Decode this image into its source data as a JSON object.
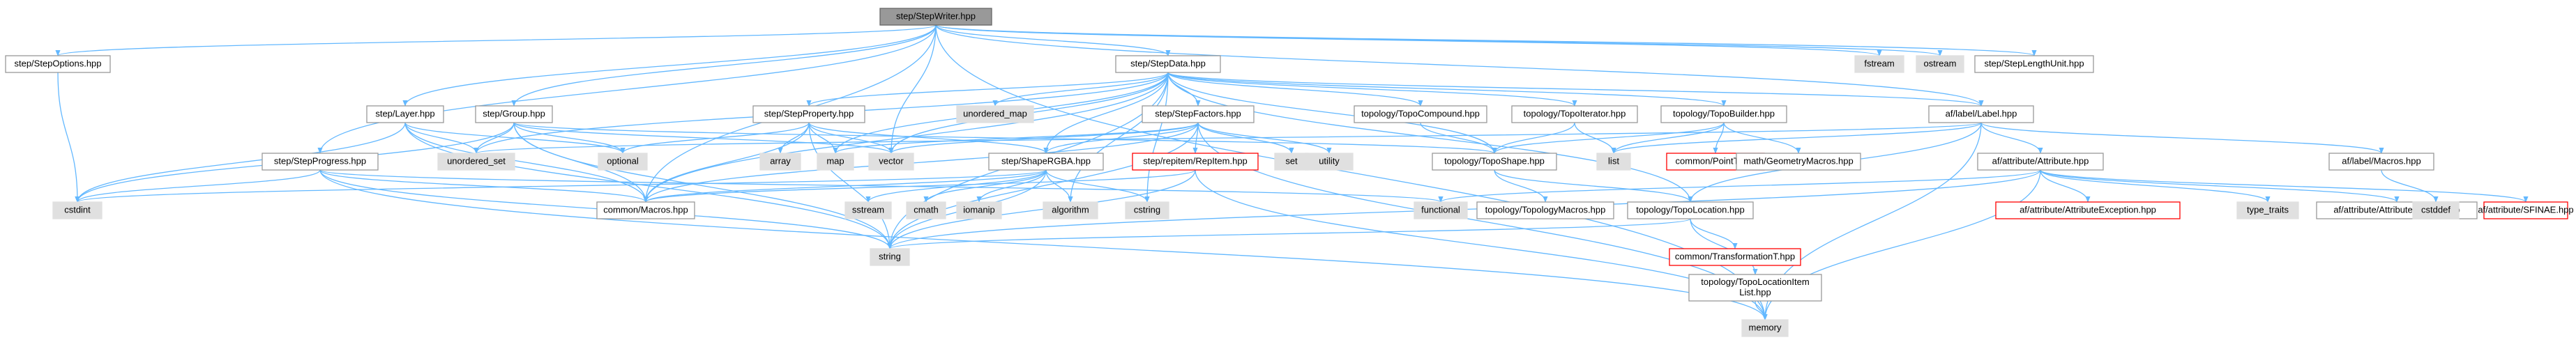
{
  "nodes": [
    {
      "id": "stepwriter",
      "label": "step/StepWriter.hpp",
      "kind": "root"
    },
    {
      "id": "stepoptions",
      "label": "step/StepOptions.hpp",
      "kind": "local"
    },
    {
      "id": "stepdata",
      "label": "step/StepData.hpp",
      "kind": "local"
    },
    {
      "id": "fstream",
      "label": "fstream",
      "kind": "system"
    },
    {
      "id": "ostream",
      "label": "ostream",
      "kind": "system"
    },
    {
      "id": "steplengthunit",
      "label": "step/StepLengthUnit.hpp",
      "kind": "local"
    },
    {
      "id": "layer",
      "label": "step/Layer.hpp",
      "kind": "local"
    },
    {
      "id": "group",
      "label": "step/Group.hpp",
      "kind": "local"
    },
    {
      "id": "stepproperty",
      "label": "step/StepProperty.hpp",
      "kind": "local"
    },
    {
      "id": "unordered_map",
      "label": "unordered_map",
      "kind": "system"
    },
    {
      "id": "stepfactors",
      "label": "step/StepFactors.hpp",
      "kind": "local"
    },
    {
      "id": "topocompound",
      "label": "topology/TopoCompound.hpp",
      "kind": "local"
    },
    {
      "id": "topoiterator",
      "label": "topology/TopoIterator.hpp",
      "kind": "local"
    },
    {
      "id": "topobuilder",
      "label": "topology/TopoBuilder.hpp",
      "kind": "local"
    },
    {
      "id": "label",
      "label": "af/label/Label.hpp",
      "kind": "local"
    },
    {
      "id": "unordered_set",
      "label": "unordered_set",
      "kind": "system"
    },
    {
      "id": "optional",
      "label": "optional",
      "kind": "system"
    },
    {
      "id": "array",
      "label": "array",
      "kind": "system"
    },
    {
      "id": "map",
      "label": "map",
      "kind": "system"
    },
    {
      "id": "vector",
      "label": "vector",
      "kind": "system"
    },
    {
      "id": "set",
      "label": "set",
      "kind": "system"
    },
    {
      "id": "utility",
      "label": "utility",
      "kind": "system"
    },
    {
      "id": "topomacros",
      "label": "topology/TopoShape.hpp",
      "kind": "local"
    },
    {
      "id": "list",
      "label": "list",
      "kind": "system"
    },
    {
      "id": "pointt",
      "label": "common/PointT.hpp",
      "kind": "missing"
    },
    {
      "id": "geometrymacros",
      "label": "math/GeometryMacros.hpp",
      "kind": "local"
    },
    {
      "id": "attribute",
      "label": "af/attribute/Attribute.hpp",
      "kind": "local"
    },
    {
      "id": "labelmacros",
      "label": "af/label/Macros.hpp",
      "kind": "local"
    },
    {
      "id": "stepprogress",
      "label": "step/StepProgress.hpp",
      "kind": "local"
    },
    {
      "id": "shapergba",
      "label": "step/ShapeRGBA.hpp",
      "kind": "local"
    },
    {
      "id": "repitem",
      "label": "step/repitem/RepItem.hpp",
      "kind": "missing"
    },
    {
      "id": "cstdint",
      "label": "cstdint",
      "kind": "system"
    },
    {
      "id": "commonmacros",
      "label": "common/Macros.hpp",
      "kind": "local"
    },
    {
      "id": "sstream",
      "label": "sstream",
      "kind": "system"
    },
    {
      "id": "cmath",
      "label": "cmath",
      "kind": "system"
    },
    {
      "id": "iomanip",
      "label": "iomanip",
      "kind": "system"
    },
    {
      "id": "algorithm",
      "label": "algorithm",
      "kind": "system"
    },
    {
      "id": "cstring",
      "label": "cstring",
      "kind": "system"
    },
    {
      "id": "functional",
      "label": "functional",
      "kind": "system"
    },
    {
      "id": "topologymacros",
      "label": "topology/TopologyMacros.hpp",
      "kind": "local"
    },
    {
      "id": "topolocation",
      "label": "topology/TopoLocation.hpp",
      "kind": "local"
    },
    {
      "id": "attrexception",
      "label": "af/attribute/AttributeException.hpp",
      "kind": "missing"
    },
    {
      "id": "type_traits",
      "label": "type_traits",
      "kind": "system"
    },
    {
      "id": "attrmacros",
      "label": "af/attribute/AttributeMacros.hpp",
      "kind": "local"
    },
    {
      "id": "sfinae",
      "label": "af/attribute/SFINAE.hpp",
      "kind": "missing"
    },
    {
      "id": "cstddef",
      "label": "cstddef",
      "kind": "system"
    },
    {
      "id": "string",
      "label": "string",
      "kind": "system"
    },
    {
      "id": "transformationt",
      "label": "common/TransformationT.hpp",
      "kind": "missing"
    },
    {
      "id": "topolocationitemlist",
      "label": "topology/TopoLocationItem\nList.hpp",
      "kind": "local"
    },
    {
      "id": "memory",
      "label": "memory",
      "kind": "system"
    }
  ],
  "edges": [
    [
      "stepwriter",
      "stepoptions"
    ],
    [
      "stepwriter",
      "stepdata"
    ],
    [
      "stepwriter",
      "fstream"
    ],
    [
      "stepwriter",
      "ostream"
    ],
    [
      "stepwriter",
      "steplengthunit"
    ],
    [
      "stepwriter",
      "layer"
    ],
    [
      "stepwriter",
      "group"
    ],
    [
      "stepwriter",
      "stepprogress"
    ],
    [
      "stepwriter",
      "vector"
    ],
    [
      "stepwriter",
      "label"
    ],
    [
      "stepwriter",
      "memory"
    ],
    [
      "stepwriter",
      "commonmacros"
    ],
    [
      "stepoptions",
      "cstdint"
    ],
    [
      "stepdata",
      "stepproperty"
    ],
    [
      "stepdata",
      "unordered_map"
    ],
    [
      "stepdata",
      "stepfactors"
    ],
    [
      "stepdata",
      "topocompound"
    ],
    [
      "stepdata",
      "topoiterator"
    ],
    [
      "stepdata",
      "topobuilder"
    ],
    [
      "stepdata",
      "label"
    ],
    [
      "stepdata",
      "map"
    ],
    [
      "stepdata",
      "vector"
    ],
    [
      "stepdata",
      "topomacros"
    ],
    [
      "stepdata",
      "shapergba"
    ],
    [
      "stepdata",
      "string"
    ],
    [
      "stepdata",
      "commonmacros"
    ],
    [
      "stepdata",
      "algorithm"
    ],
    [
      "stepdata",
      "cstring"
    ],
    [
      "stepdata",
      "unordered_set"
    ],
    [
      "stepdata",
      "topolocation"
    ],
    [
      "layer",
      "unordered_set"
    ],
    [
      "layer",
      "cstdint"
    ],
    [
      "layer",
      "commonmacros"
    ],
    [
      "layer",
      "string"
    ],
    [
      "layer",
      "optional"
    ],
    [
      "group",
      "unordered_set"
    ],
    [
      "group",
      "optional"
    ],
    [
      "group",
      "commonmacros"
    ],
    [
      "group",
      "string"
    ],
    [
      "group",
      "vector"
    ],
    [
      "group",
      "cstdint"
    ],
    [
      "group",
      "topomacros"
    ],
    [
      "stepproperty",
      "array"
    ],
    [
      "stepproperty",
      "map"
    ],
    [
      "stepproperty",
      "vector"
    ],
    [
      "stepproperty",
      "commonmacros"
    ],
    [
      "stepproperty",
      "string"
    ],
    [
      "stepproperty",
      "optional"
    ],
    [
      "stepproperty",
      "shapergba"
    ],
    [
      "stepfactors",
      "set"
    ],
    [
      "stepfactors",
      "utility"
    ],
    [
      "stepfactors",
      "vector"
    ],
    [
      "stepfactors",
      "repitem"
    ],
    [
      "stepfactors",
      "shapergba"
    ],
    [
      "stepfactors",
      "commonmacros"
    ],
    [
      "stepfactors",
      "memory"
    ],
    [
      "stepfactors",
      "map"
    ],
    [
      "stepfactors",
      "string"
    ],
    [
      "topocompound",
      "topomacros"
    ],
    [
      "topoiterator",
      "list"
    ],
    [
      "topoiterator",
      "topomacros"
    ],
    [
      "topobuilder",
      "list"
    ],
    [
      "topobuilder",
      "pointt"
    ],
    [
      "topobuilder",
      "geometrymacros"
    ],
    [
      "topobuilder",
      "topomacros"
    ],
    [
      "label",
      "attribute"
    ],
    [
      "label",
      "labelmacros"
    ],
    [
      "label",
      "memory"
    ],
    [
      "label",
      "unordered_set"
    ],
    [
      "label",
      "list"
    ],
    [
      "label",
      "topolocation"
    ],
    [
      "topomacros",
      "topologymacros"
    ],
    [
      "topomacros",
      "topolocation"
    ],
    [
      "attribute",
      "attrexception"
    ],
    [
      "attribute",
      "type_traits"
    ],
    [
      "attribute",
      "attrmacros"
    ],
    [
      "attribute",
      "sfinae"
    ],
    [
      "attribute",
      "memory"
    ],
    [
      "attribute",
      "string"
    ],
    [
      "attribute",
      "functional"
    ],
    [
      "labelmacros",
      "cstddef"
    ],
    [
      "stepprogress",
      "cstdint"
    ],
    [
      "stepprogress",
      "commonmacros"
    ],
    [
      "stepprogress",
      "functional"
    ],
    [
      "stepprogress",
      "string"
    ],
    [
      "stepprogress",
      "memory"
    ],
    [
      "shapergba",
      "commonmacros"
    ],
    [
      "shapergba",
      "sstream"
    ],
    [
      "shapergba",
      "cmath"
    ],
    [
      "shapergba",
      "iomanip"
    ],
    [
      "shapergba",
      "algorithm"
    ],
    [
      "shapergba",
      "cstring"
    ],
    [
      "shapergba",
      "string"
    ],
    [
      "shapergba",
      "cstdint"
    ],
    [
      "repitem",
      "memory"
    ],
    [
      "repitem",
      "string"
    ],
    [
      "repitem",
      "commonmacros"
    ],
    [
      "topolocation",
      "transformationt"
    ],
    [
      "topolocation",
      "topolocationitemlist"
    ],
    [
      "topolocation",
      "string"
    ],
    [
      "topolocationitemlist",
      "memory"
    ]
  ],
  "colors": {
    "edge": "#63b8ff",
    "root_fill": "#999999",
    "system_fill": "#e0e0e0",
    "local_fill": "#ffffff",
    "local_stroke": "#999999",
    "missing_stroke": "#ff0000",
    "text": "#000000"
  }
}
